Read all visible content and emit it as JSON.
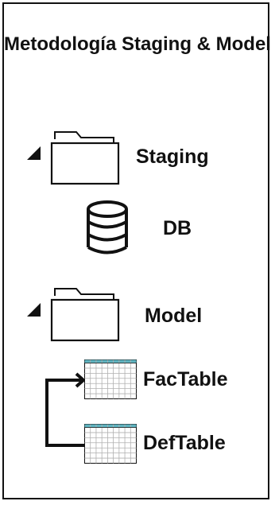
{
  "title": "Metodología Staging & Model",
  "nodes": {
    "staging": {
      "label": "Staging",
      "icon": "folder-icon",
      "expanded": true
    },
    "db": {
      "label": "DB",
      "icon": "database-icon"
    },
    "model": {
      "label": "Model",
      "icon": "folder-icon",
      "expanded": true
    },
    "factable": {
      "label": "FacTable",
      "icon": "table-grid-icon"
    },
    "deftable": {
      "label": "DefTable",
      "icon": "table-grid-icon"
    }
  },
  "colors": {
    "ink": "#111111",
    "table_header": "#5fb3bf",
    "table_grid": "#b0b0b0"
  }
}
